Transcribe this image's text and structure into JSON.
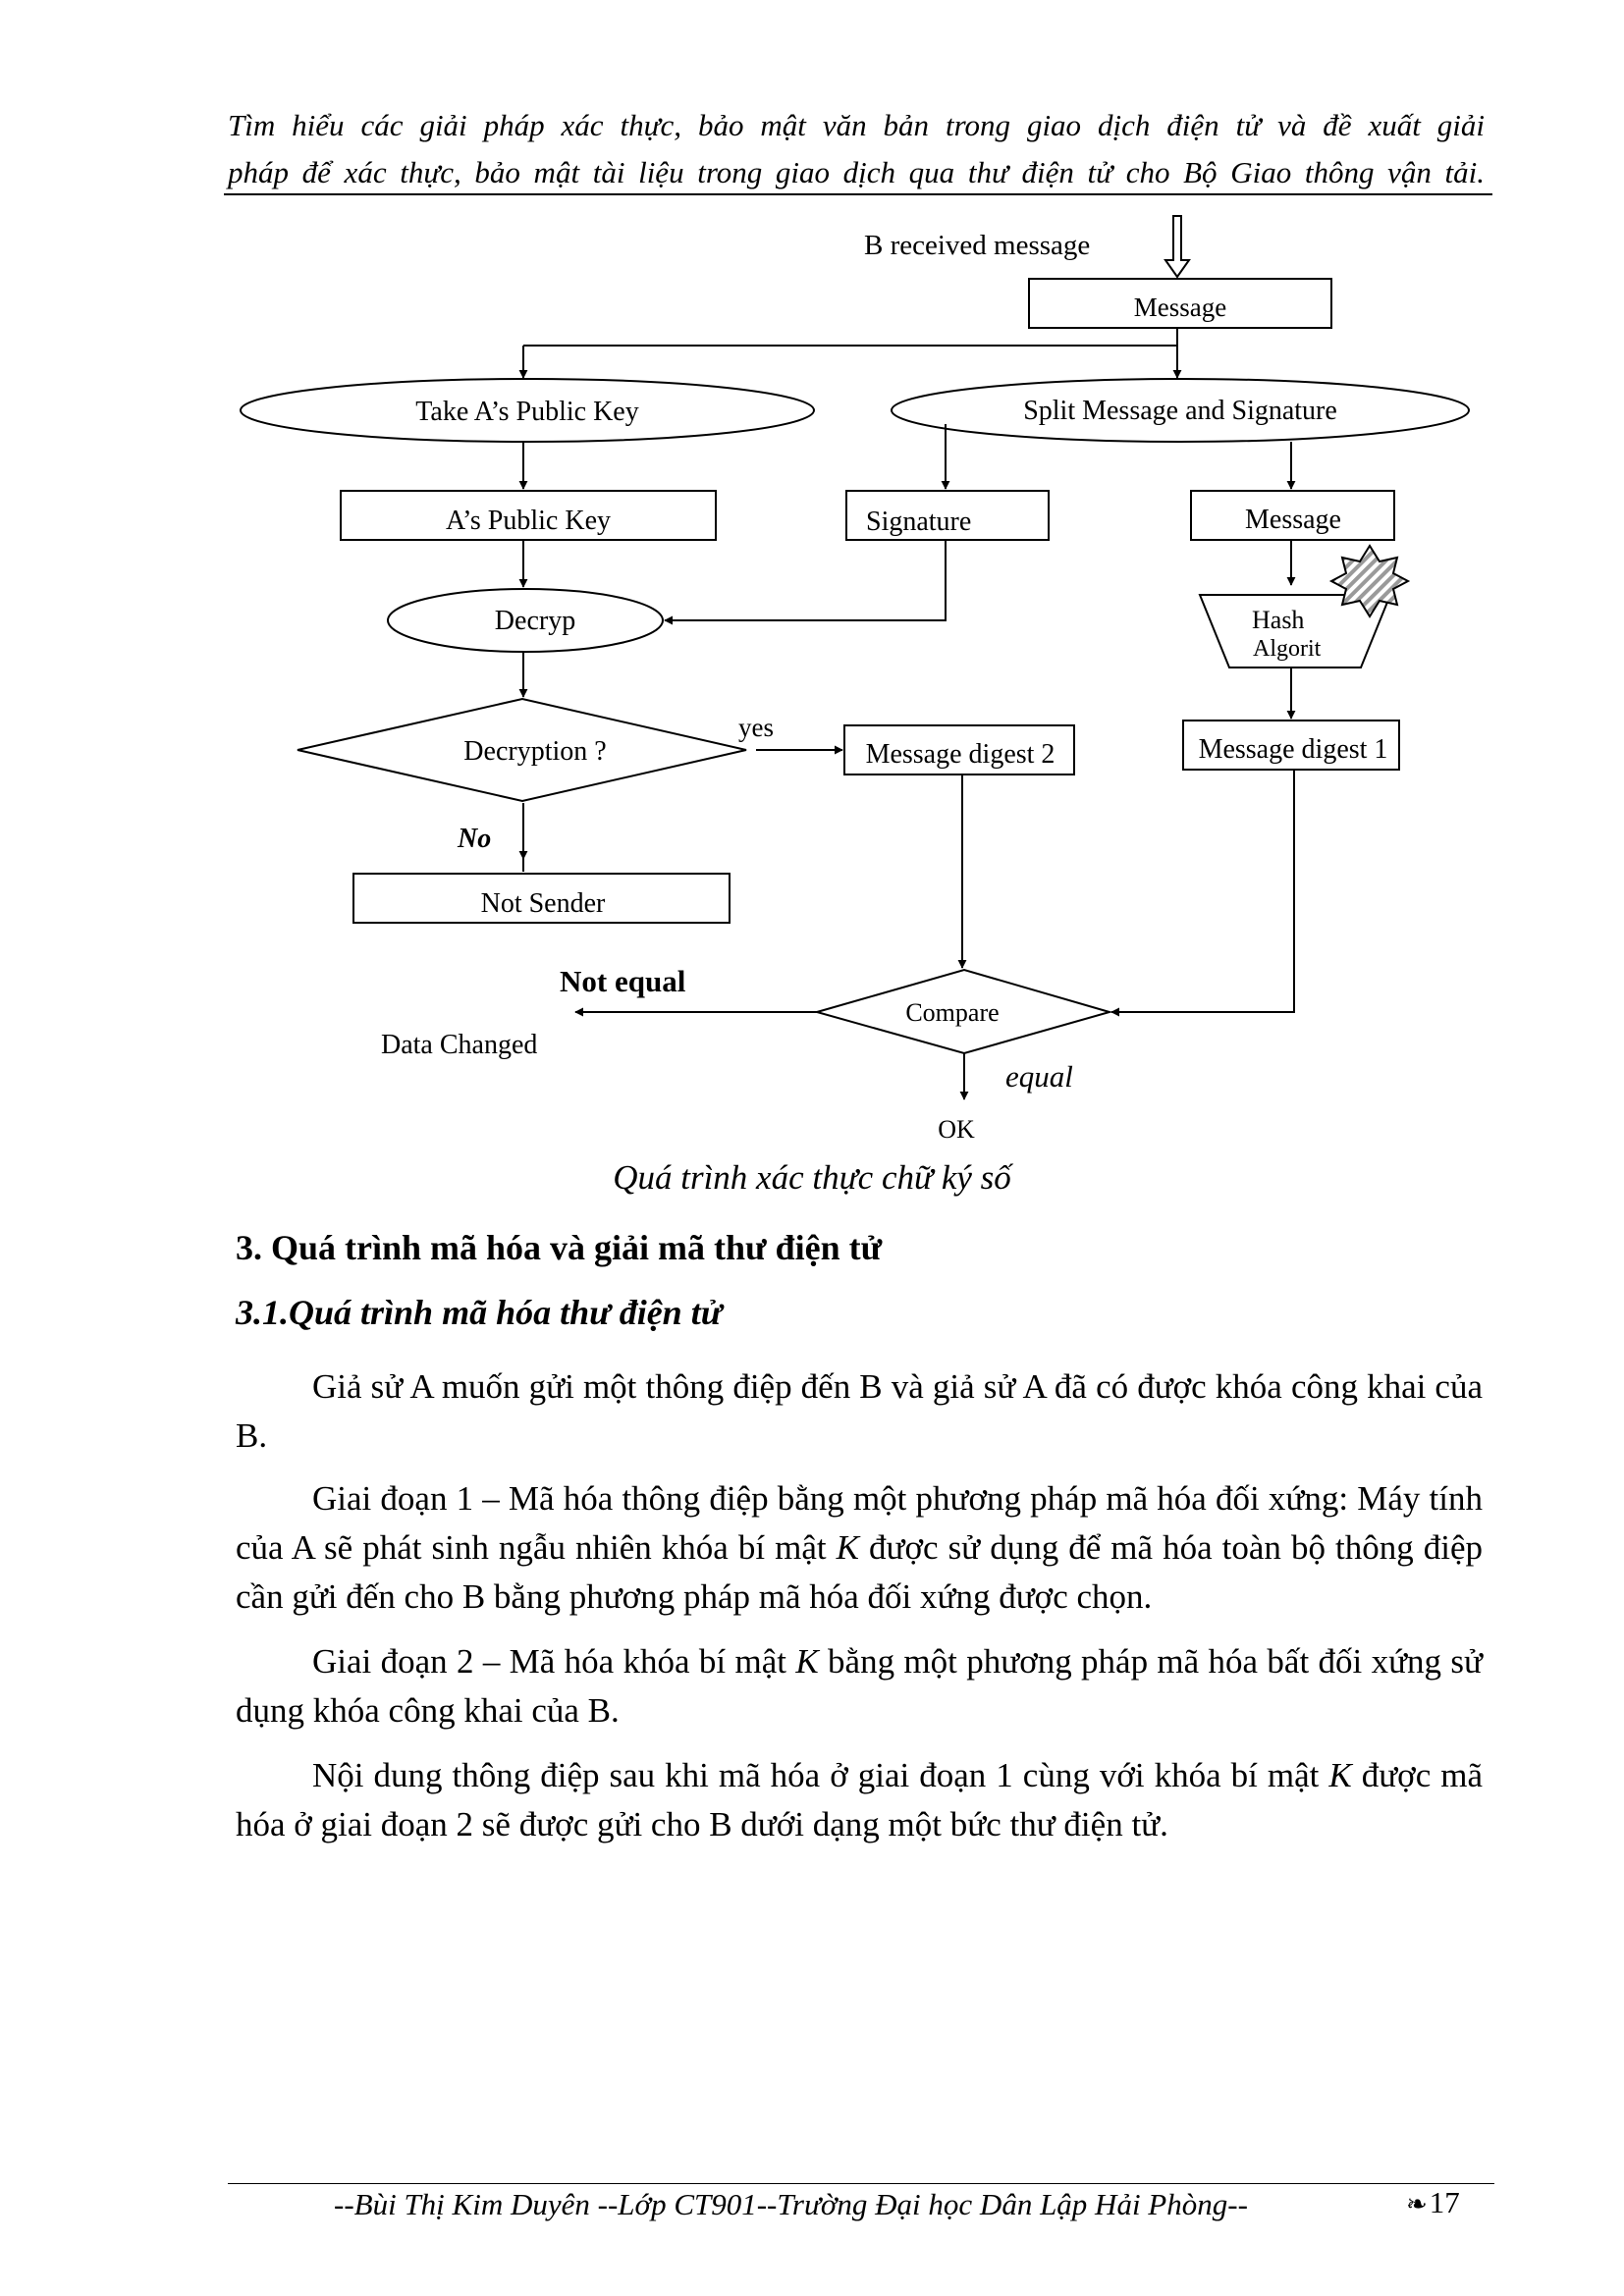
{
  "header": {
    "line1": "Tìm hiểu các giải pháp xác thực, bảo mật văn bản trong giao dịch điện tử và đề xuất giải",
    "line2": "pháp để xác thực, bảo mật tài liệu trong giao dịch qua thư điện tử cho Bộ Giao thông vận tải."
  },
  "diagram": {
    "b_received": "B received message",
    "message_top": "Message",
    "take_public_key": "Take A’s Public Key",
    "split": "Split Message and Signature",
    "public_key": "A’s Public Key",
    "signature": "Signature",
    "message_right": "Message",
    "decryp": "Decryp",
    "hash_line1": "Hash",
    "hash_line2": "Algorit",
    "decryption": "Decryption ?",
    "yes": "yes",
    "digest2": "Message digest 2",
    "digest1": "Message digest 1",
    "no": "No",
    "not_sender": "Not Sender",
    "not_equal": "Not equal",
    "compare": "Compare",
    "data_changed": "Data Changed",
    "equal": "equal",
    "ok": "OK"
  },
  "caption": "Quá trình xác thực chữ ký số",
  "section3_title": "3. Quá trình mã hóa và giải mã thư điện tử",
  "section31_title": "3.1.Quá trình mã hóa thư điện tử",
  "paragraphs": {
    "p1": "Giả sử A muốn gửi một thông điệp đến B và giả sử A đã có được khóa công khai của B.",
    "p2_a": "Giai đoạn 1 – Mã hóa thông điệp bằng một phương pháp mã hóa đối xứng: Máy tính của A sẽ phát sinh ngẫu nhiên khóa bí mật ",
    "p2_k": "K",
    "p2_b": " được sử dụng để mã hóa toàn bộ thông điệp cần gửi đến cho B bằng phương pháp mã hóa đối xứng được chọn.",
    "p3_a": "Giai đoạn 2 – Mã hóa khóa bí mật ",
    "p3_k": "K",
    "p3_b": " bằng một phương pháp mã hóa bất đối xứng sử dụng khóa công khai của B.",
    "p4_a": "Nội dung thông điệp sau khi mã hóa ở giai đoạn 1 cùng với khóa bí mật ",
    "p4_k": "K",
    "p4_b": " được mã hóa ở giai đoạn 2 sẽ được gửi cho B dưới dạng một bức thư điện tử."
  },
  "footer": {
    "text": "--Bùi Thị Kim Duyên --Lớp CT901--Trường Đại học Dân Lập Hải Phòng--",
    "page_number": "17",
    "leaf_icon": "leaf-icon"
  }
}
